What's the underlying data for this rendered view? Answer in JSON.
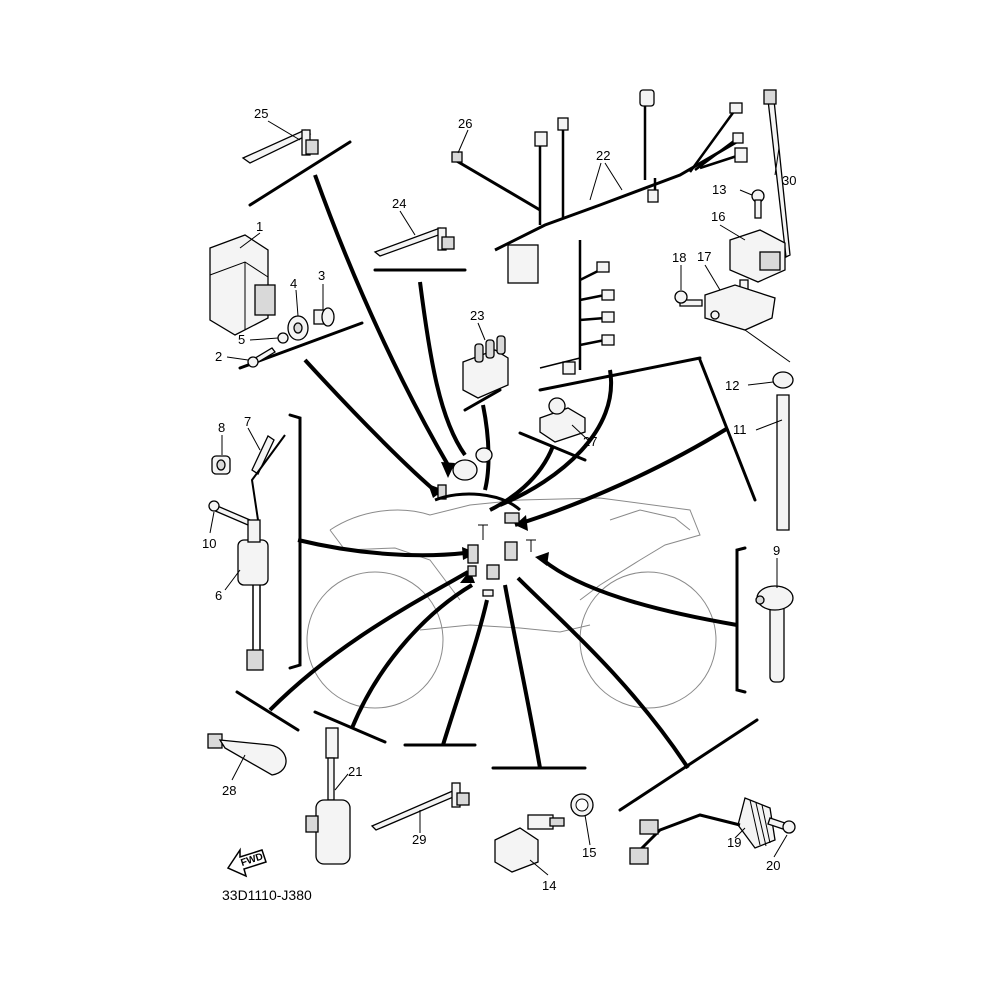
{
  "diagram": {
    "code": "33D1110-J380",
    "fwd_label": "FWD",
    "callouts": [
      {
        "id": "c1",
        "text": "1"
      },
      {
        "id": "c2",
        "text": "2"
      },
      {
        "id": "c3",
        "text": "3"
      },
      {
        "id": "c4",
        "text": "4"
      },
      {
        "id": "c5",
        "text": "5"
      },
      {
        "id": "c6",
        "text": "6"
      },
      {
        "id": "c7",
        "text": "7"
      },
      {
        "id": "c8",
        "text": "8"
      },
      {
        "id": "c9",
        "text": "9"
      },
      {
        "id": "c10",
        "text": "10"
      },
      {
        "id": "c11",
        "text": "11"
      },
      {
        "id": "c12",
        "text": "12"
      },
      {
        "id": "c13",
        "text": "13"
      },
      {
        "id": "c14",
        "text": "14"
      },
      {
        "id": "c15",
        "text": "15"
      },
      {
        "id": "c16",
        "text": "16"
      },
      {
        "id": "c17",
        "text": "17"
      },
      {
        "id": "c18",
        "text": "18"
      },
      {
        "id": "c19",
        "text": "19"
      },
      {
        "id": "c20",
        "text": "20"
      },
      {
        "id": "c21",
        "text": "21"
      },
      {
        "id": "c22",
        "text": "22"
      },
      {
        "id": "c23",
        "text": "23"
      },
      {
        "id": "c24",
        "text": "24"
      },
      {
        "id": "c25",
        "text": "25"
      },
      {
        "id": "c26",
        "text": "26"
      },
      {
        "id": "c27",
        "text": "27"
      },
      {
        "id": "c28",
        "text": "28"
      },
      {
        "id": "c29",
        "text": "29"
      },
      {
        "id": "c30",
        "text": "30"
      }
    ]
  }
}
